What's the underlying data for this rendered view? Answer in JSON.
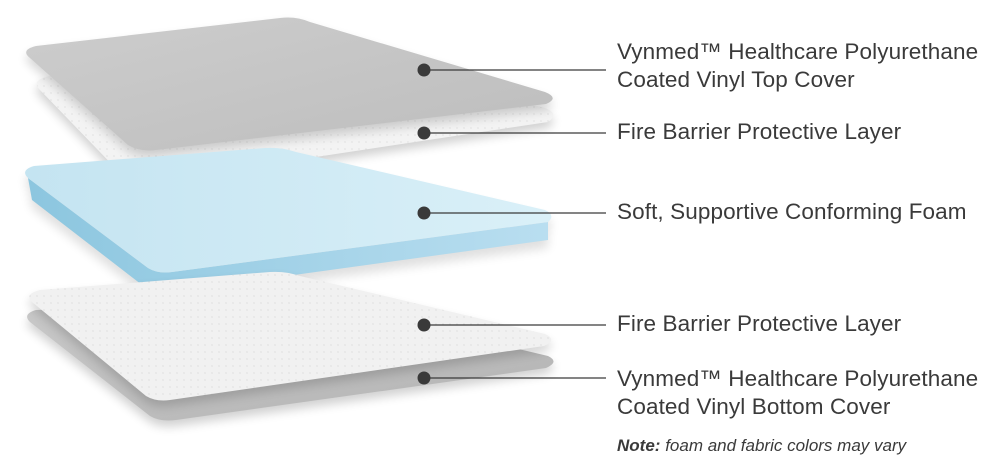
{
  "layers": [
    {
      "line1": "Vynmed™ Healthcare Polyurethane",
      "line2": "Coated Vinyl Top Cover"
    },
    {
      "line1": "Fire Barrier Protective Layer"
    },
    {
      "line1": "Soft, Supportive Conforming Foam"
    },
    {
      "line1": "Fire Barrier Protective Layer"
    },
    {
      "line1": "Vynmed™ Healthcare Polyurethane",
      "line2": "Coated Vinyl Bottom Cover"
    }
  ],
  "note": {
    "prefix": "Note:",
    "text": "foam and fabric colors may vary"
  },
  "colors": {
    "top_cover": "#c2c2c2",
    "fire_barrier": "#f1f1f1",
    "foam_top": "#cfe9f3",
    "foam_side": "#8fc9e1",
    "bottom_cover": "#bdbdbd",
    "callout": "#3a3a3a"
  }
}
